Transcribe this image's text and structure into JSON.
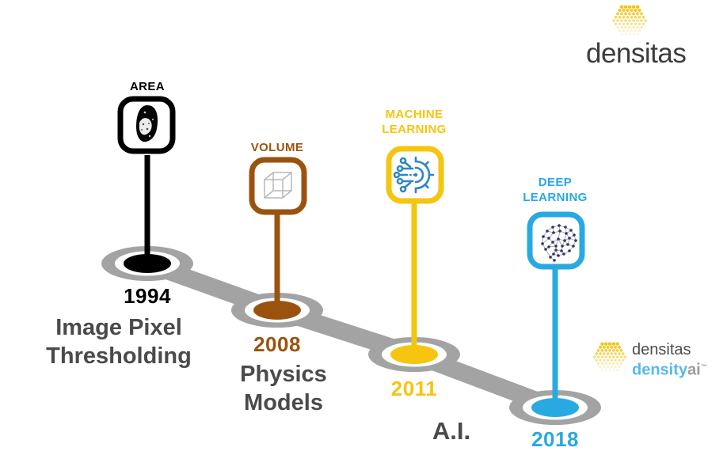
{
  "header": {
    "brand_name": "densitas"
  },
  "timeline": {
    "track_color": "#A3A3A3",
    "caption_color": "#4A4A4A",
    "milestones": [
      {
        "year": "1994",
        "label": "AREA",
        "caption": "Image Pixel\nThresholding",
        "color": "#000000",
        "icon": "mammogram-area-icon"
      },
      {
        "year": "2008",
        "label": "VOLUME",
        "caption": "Physics\nModels",
        "color": "#9A530F",
        "icon": "wireframe-cube-icon"
      },
      {
        "year": "2011",
        "label": "MACHINE\nLEARNING",
        "caption": "A.I.",
        "color": "#F5C50F",
        "icon": "circuit-gear-icon"
      },
      {
        "year": "2018",
        "label": "DEEP\nLEARNING",
        "caption": "",
        "color": "#29A9E1",
        "icon": "neural-network-brain-icon"
      }
    ]
  },
  "footer_logo": {
    "line1": "densitas",
    "line2_density": "density",
    "line2_ai": "ai",
    "trademark": "™",
    "density_color": "#58B9E8",
    "ai_color": "#9B9B9B"
  },
  "icon_colors": {
    "ml_glyph": "#2E86C1",
    "dl_node": "#35355E",
    "dl_edge": "#9A9AB8",
    "cube": "#B8B8B8",
    "honeycomb": "#F0C419"
  }
}
